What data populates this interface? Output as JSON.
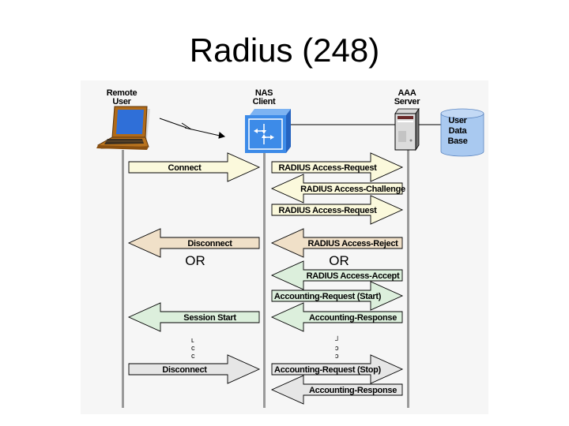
{
  "slide": {
    "title": "Radius (248)"
  },
  "diagram": {
    "entities": [
      {
        "id": "remote-user",
        "label_lines": [
          "Remote",
          "User"
        ],
        "icon": "laptop-icon"
      },
      {
        "id": "nas-client",
        "label_lines": [
          "NAS",
          "Client"
        ],
        "icon": "router-icon"
      },
      {
        "id": "aaa-server",
        "label_lines": [
          "AAA",
          "Server"
        ],
        "icon": "server-icon"
      },
      {
        "id": "user-database",
        "label_lines": [
          "User",
          "Data",
          "Base"
        ],
        "icon": "database-icon"
      }
    ],
    "colors": {
      "yellow": "#fbf9dc",
      "tan": "#f0e0c8",
      "green": "#dcefdc",
      "gray": "#e6e6e6",
      "lifeline": "#999999",
      "nas_blue": "#3d8be8",
      "db_blue": "#a9c9f0"
    },
    "messages": [
      {
        "col": "left",
        "dir": "right",
        "row": 0,
        "color": "yellow",
        "label": "Connect"
      },
      {
        "col": "right",
        "dir": "right",
        "row": 0,
        "color": "yellow",
        "label": "RADIUS Access-Request"
      },
      {
        "col": "right",
        "dir": "left",
        "row": 1,
        "color": "yellow",
        "label": "RADIUS Access-Challenge"
      },
      {
        "col": "right",
        "dir": "right",
        "row": 2,
        "color": "yellow",
        "label": "RADIUS Access-Request"
      },
      {
        "col": "left",
        "dir": "left",
        "row": 3,
        "color": "tan",
        "label": "Disconnect"
      },
      {
        "col": "right",
        "dir": "left",
        "row": 3,
        "color": "tan",
        "label": "RADIUS Access-Reject"
      },
      {
        "col": "right",
        "dir": "left",
        "row": 4,
        "color": "green",
        "label": "RADIUS Access-Accept"
      },
      {
        "col": "right",
        "dir": "right",
        "row": 5,
        "color": "green",
        "label": "Accounting-Request (Start)"
      },
      {
        "col": "left",
        "dir": "left",
        "row": 6,
        "color": "green",
        "label": "Session Start"
      },
      {
        "col": "right",
        "dir": "left",
        "row": 6,
        "color": "green",
        "label": "Accounting-Response"
      },
      {
        "col": "left",
        "dir": "right",
        "row": 7,
        "color": "gray",
        "label": "Disconnect"
      },
      {
        "col": "right",
        "dir": "right",
        "row": 7,
        "color": "gray",
        "label": "Accounting-Request (Stop)"
      },
      {
        "col": "right",
        "dir": "left",
        "row": 8,
        "color": "gray",
        "label": "Accounting-Response"
      }
    ],
    "or_labels": [
      "OR",
      "OR"
    ],
    "ellipsis_marks": [
      "ʟ",
      "ᴄ",
      "ᴄ"
    ]
  }
}
